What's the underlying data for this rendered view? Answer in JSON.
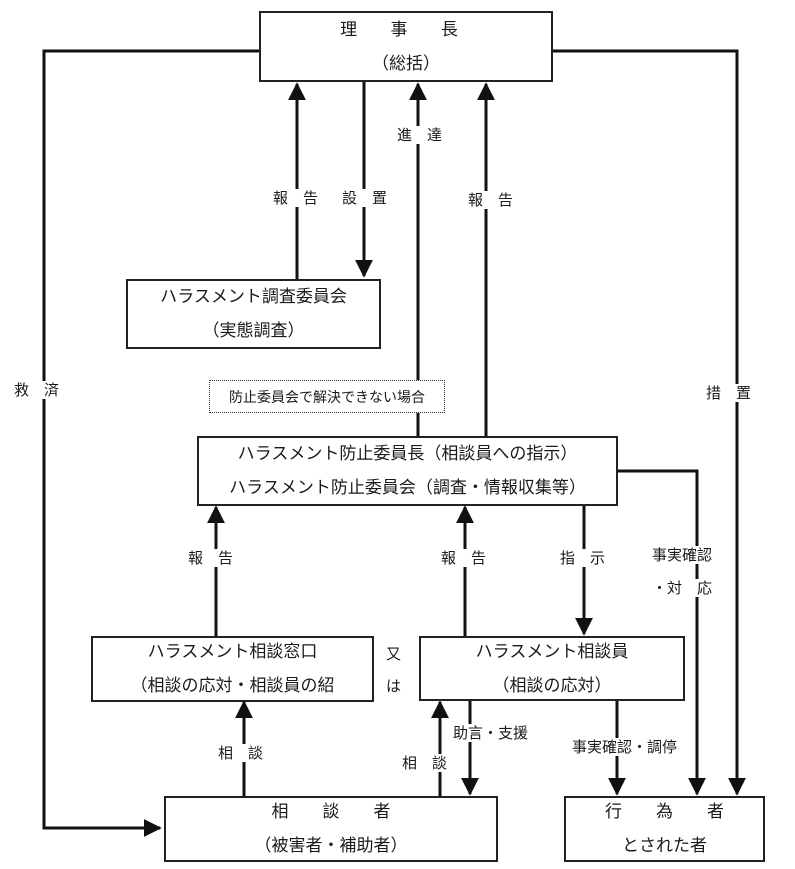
{
  "boxes": {
    "chairman": {
      "title": "理 事 長",
      "subtitle": "（総括）"
    },
    "investigation_committee": {
      "title": "ハラスメント調査委員会",
      "subtitle": "（実態調査）"
    },
    "prevention_committee": {
      "line1": "ハラスメント防止委員長（相談員への指示）",
      "line2": "ハラスメント防止委員会（調査・情報収集等）"
    },
    "consultation_desk": {
      "title": "ハラスメント相談窓口",
      "subtitle": "（相談の応対・相談員の紹"
    },
    "counselor": {
      "title": "ハラスメント相談員",
      "subtitle": "（相談の応対）"
    },
    "consultant": {
      "title": "相　　談　　者",
      "subtitle": "（被害者・補助者）"
    },
    "accused": {
      "title": "行　　為　　者",
      "subtitle": "とされた者"
    }
  },
  "note": "防止委員会で解決できない場合",
  "labels": {
    "relief": "救　済",
    "measures": "措　置",
    "report_1": "報　告",
    "establish": "設　置",
    "forward": "進　達",
    "report_2": "報　告",
    "report_3": "報　告",
    "report_4": "報　告",
    "instruct": "指　示",
    "fact_check_response_1": "事実確認",
    "fact_check_response_2": "・対　応",
    "or_1": "又",
    "or_2": "は",
    "consult_1": "相　談",
    "consult_2": "相　談",
    "advice_support": "助言・支援",
    "fact_check_mediation": "事実確認・調停"
  }
}
